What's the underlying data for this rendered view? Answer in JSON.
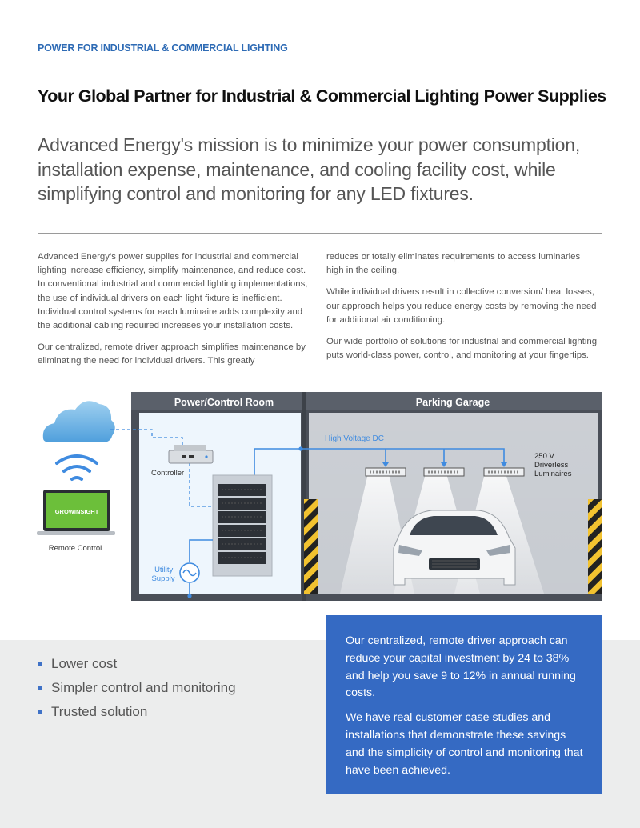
{
  "header": {
    "kicker": "POWER FOR INDUSTRIAL & COMMERCIAL LIGHTING",
    "title": "Your Global Partner for Industrial & Commercial Lighting Power Supplies",
    "lead": "Advanced Energy's mission is to minimize your power consumption, installation expense, maintenance, and cooling facility cost, while simplifying control and monitoring for any LED fixtures."
  },
  "body": {
    "left": [
      "Advanced Energy’s power supplies for industrial and commercial lighting increase efficiency, simplify maintenance, and reduce cost. In conventional industrial and commercial lighting implementations, the use of individual drivers on each light fixture is inefficient. Individual control systems for each luminaire adds complexity and the additional cabling required increases your installation costs.",
      "Our centralized, remote driver approach simplifies maintenance by eliminating the need for individual drivers. This greatly"
    ],
    "right": [
      "reduces or totally eliminates requirements to access luminaries high in the ceiling.",
      "While individual drivers result in collective conversion/ heat losses, our approach helps you reduce energy costs by removing the need for additional air conditioning.",
      "Our wide portfolio of solutions for industrial and commercial lighting puts world-class power, control, and monitoring at your fingertips."
    ]
  },
  "diagram": {
    "room_label": "Power/Control Room",
    "garage_label": "Parking Garage",
    "hvdc_label": "High Voltage DC",
    "luminaire_label": [
      "250 V",
      "Driverless",
      "Luminaires"
    ],
    "controller_label": "Controller",
    "utility_label": [
      "Utility",
      "Supply"
    ],
    "remote_label": "Remote Control",
    "laptop_logo": "GROWINSIGHT"
  },
  "bullets": [
    "Lower cost",
    "Simpler control and monitoring",
    "Trusted solution"
  ],
  "callout": [
    "Our centralized, remote driver approach can reduce your capital investment by 24 to 38% and help you save 9 to 12% in annual running costs.",
    "We have real customer case studies and installations that demonstrate these savings and the simplicity of control and monitoring that have been achieved."
  ],
  "colors": {
    "accent": "#2e6bb5",
    "callout_bg": "#356ac3",
    "band_bg": "#eceded"
  }
}
